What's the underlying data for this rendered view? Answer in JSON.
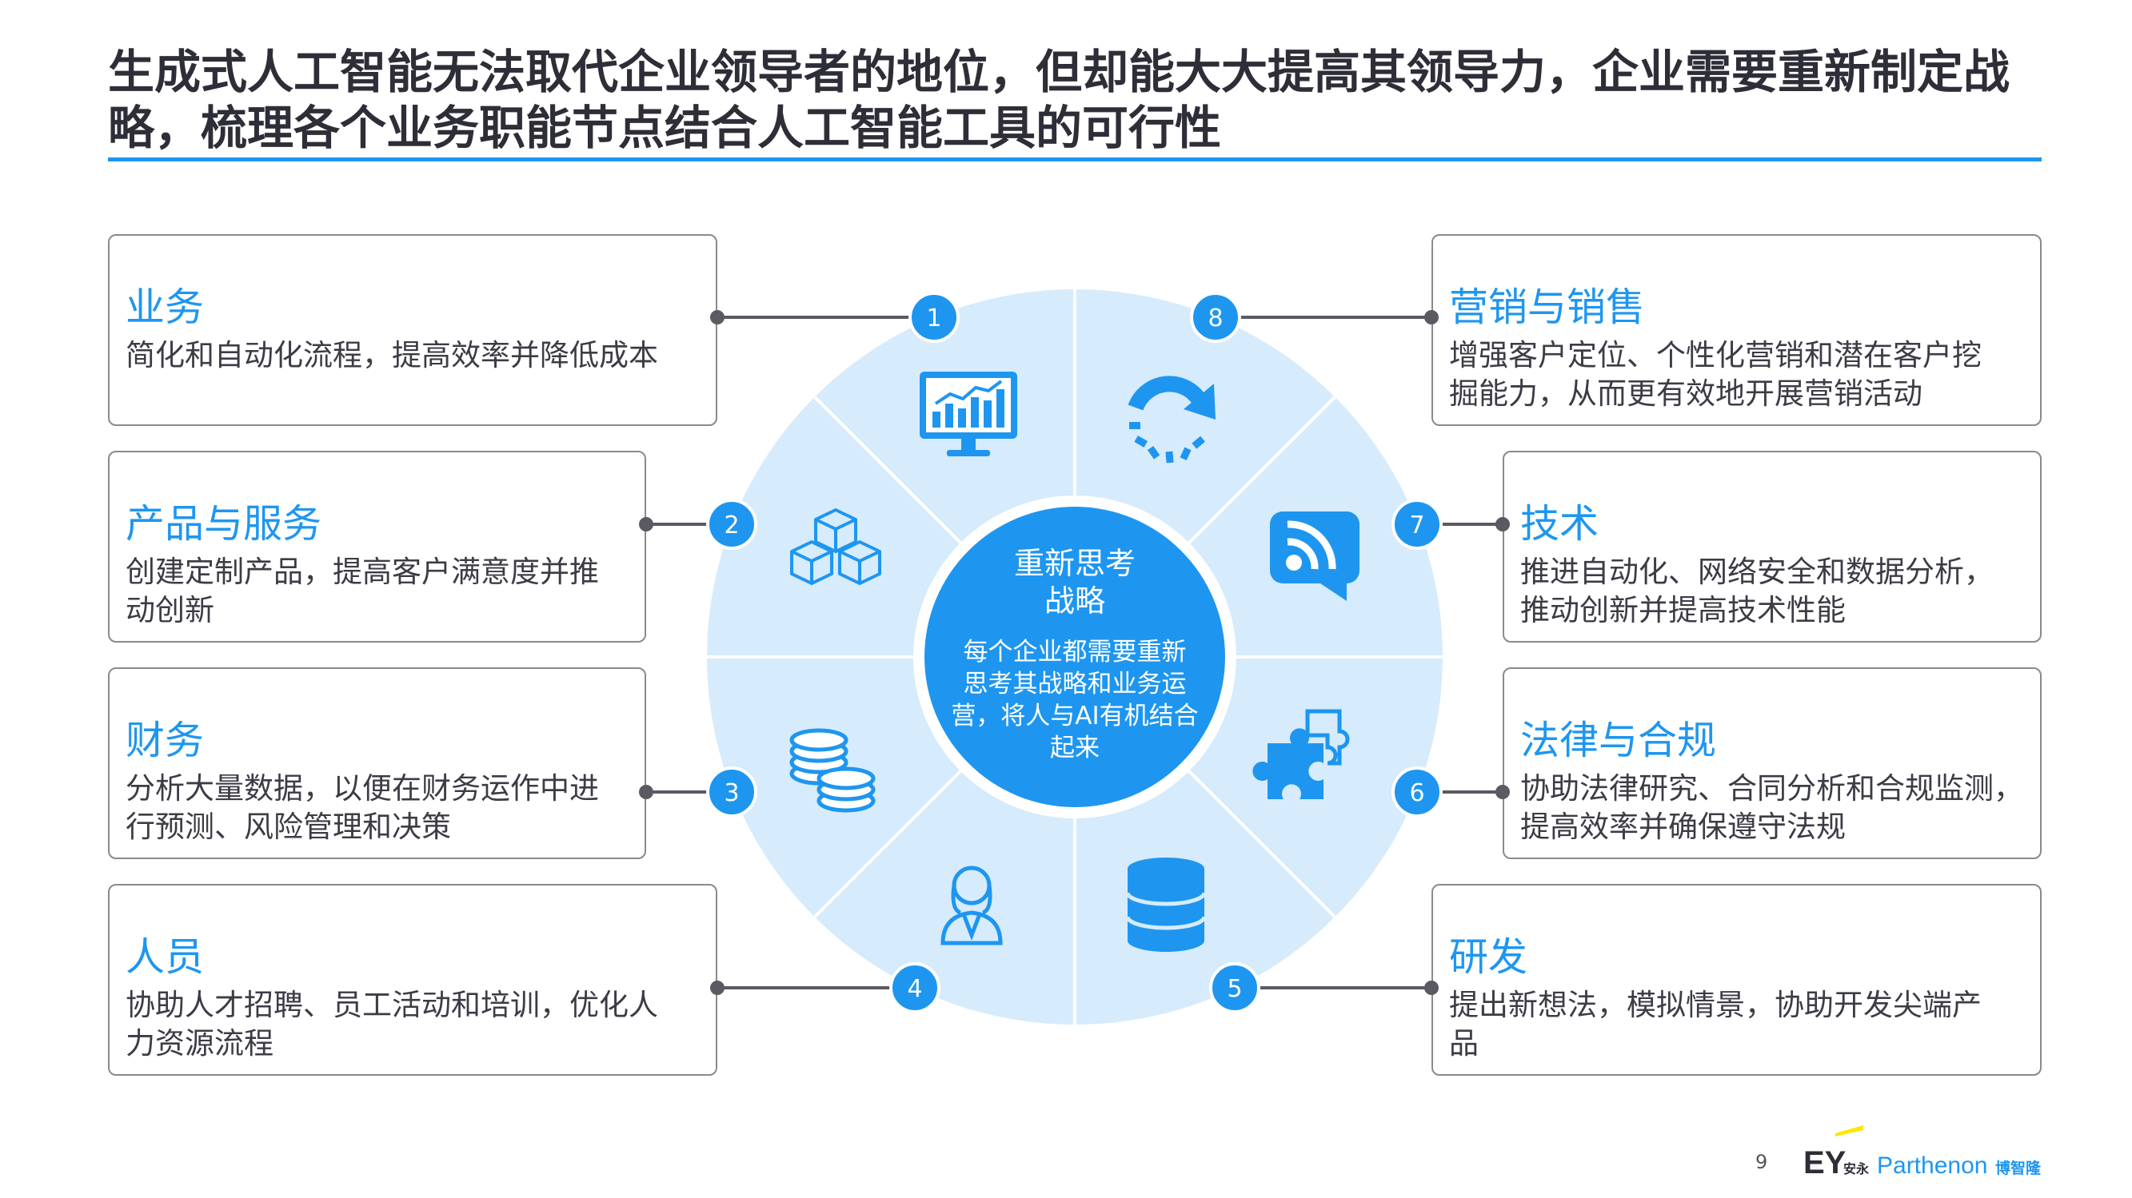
{
  "title": "生成式人工智能无法取代企业领导者的地位，但却能大大提高其领导力，企业需要重新制定战略，梳理各个业务职能节点结合人工智能工具的可行性",
  "center": {
    "heading": "重新思考战略",
    "heading_line1": "重新思考",
    "heading_line2": "战略",
    "body_lines": [
      "每个企业都需要重新",
      "思考其战略和业务运",
      "营，将人与AI有机结合",
      "起来"
    ]
  },
  "items": [
    {
      "num": "1",
      "title": "业务",
      "desc_lines": [
        "简化和自动化流程，提高效率并降低成本"
      ],
      "icon": "monitor-chart-icon"
    },
    {
      "num": "2",
      "title": "产品与服务",
      "desc_lines": [
        "创建定制产品，提高客户满意度并推",
        "动创新"
      ],
      "icon": "cubes-icon"
    },
    {
      "num": "3",
      "title": "财务",
      "desc_lines": [
        "分析大量数据，以便在财务运作中进",
        "行预测、风险管理和决策"
      ],
      "icon": "coins-icon"
    },
    {
      "num": "4",
      "title": "人员",
      "desc_lines": [
        "协助人才招聘、员工活动和培训，优化人",
        "力资源流程"
      ],
      "icon": "person-icon"
    },
    {
      "num": "5",
      "title": "研发",
      "desc_lines": [
        "提出新想法，模拟情景，协助开发尖端产",
        "品"
      ],
      "icon": "database-icon"
    },
    {
      "num": "6",
      "title": "法律与合规",
      "desc_lines": [
        "协助法律研究、合同分析和合规监测，",
        "提高效率并确保遵守法规"
      ],
      "icon": "puzzle-icon"
    },
    {
      "num": "7",
      "title": "技术",
      "desc_lines": [
        "推进自动化、网络安全和数据分析，",
        "推动创新并提高技术性能"
      ],
      "icon": "rss-chat-icon"
    },
    {
      "num": "8",
      "title": "营销与销售",
      "desc_lines": [
        "增强客户定位、个性化营销和潜在客户挖",
        "掘能力，从而更有效地开展营销活动"
      ],
      "icon": "refresh-icon"
    }
  ],
  "footer": {
    "page_number": "9",
    "logo_ey": "EY",
    "logo_ey_cn": "安永",
    "logo_parthenon": "Parthenon",
    "logo_parthenon_cn": "博智隆"
  },
  "colors": {
    "accent": "#1e96f0",
    "wheel_fill": "#d6ebfb",
    "text": "#2e2e38",
    "border": "#8a8a8a"
  }
}
